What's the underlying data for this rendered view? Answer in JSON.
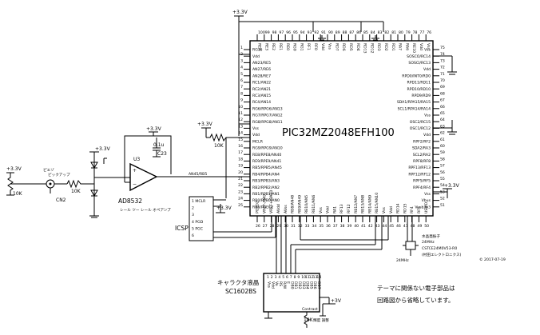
{
  "chip": {
    "part": "PIC32MZ2048EFH100",
    "pins_left": [
      "RG15",
      "Vdd",
      "AN23/RE5",
      "AN27/RE6",
      "AN28/RE7",
      "RC1/AN22",
      "RC2/AN21",
      "RC3/AN15",
      "RC4/AN14",
      "RG6/RPG6/AN13",
      "RG7/RPG7/AN12",
      "RG8/RPG8/AN11",
      "Vss",
      "Vdd",
      "MCLR",
      "RG9/RPG9/AN10",
      "RE8/RPE8/AN40",
      "RE9/RPE9/AN41",
      "RB5/RPB5/AN45",
      "RB4/RPB4/AN4",
      "RB3/RPB3/AN3",
      "RB2/RPB2/AN2",
      "RB1/RPB1/AN1",
      "RB0/RPB0/AN0",
      "RB6/PGEC2"
    ],
    "pins_top": [
      "RE4",
      "RE3",
      "RE2",
      "RE1",
      "RE0",
      "RG0",
      "RG1",
      "RF1",
      "RF0",
      "Vdd",
      "Vss",
      "RD7",
      "RD6",
      "RD5",
      "RD4",
      "RD13",
      "RD12",
      "RD3",
      "RD2",
      "RD1",
      "RA7",
      "RA6",
      "RE10",
      "Vdd",
      "Vss"
    ],
    "pins_right": [
      "Vss",
      "SOSCO/RC14",
      "SOSCI/RC13",
      "Vdd",
      "RPD0/INT0/RD0",
      "RPD11/RD11",
      "RPD10/RD10",
      "RPD9/RD9",
      "SDA1/RPA15/RA15",
      "SCL1/RPA14/RA14",
      "Vss",
      "OSC2/RC15",
      "OSC1/RC12",
      "Vdd",
      "RPF2/RF2",
      "SDA2/RA3",
      "SCL2/RA2",
      "RPF8/RF8",
      "RPF13/RF13",
      "RPF12/RF12",
      "RPF5/RF5",
      "RPF4/RF4",
      "Vss",
      "Vbus",
      "Vusb3v3"
    ],
    "pins_bottom": [
      "PGED2",
      "VREF-/RA9",
      "VREF+/RA10",
      "AVdd",
      "AVss",
      "RB8/AN48",
      "RB9/AN49",
      "RB10/AN5",
      "RB11/AN6",
      "Vss",
      "Vdd",
      "RA1",
      "RF13",
      "RF12",
      "RB12/AN7",
      "RB13/AN8",
      "RB14/AN9",
      "RB15/AN10",
      "Vss",
      "Vdd",
      "RD14",
      "RD15",
      "RF4",
      "RF5",
      "USBID"
    ]
  },
  "labels": {
    "vcc_top": "+3.3V",
    "vcc_mclr": "+3.3V",
    "vcc_opamp": "+3.3V",
    "vcc_left": "+3.3V",
    "vcc_icsp": "+3.3V",
    "vcc_right": "+3.3V",
    "vcc_bottom_right": "+3.3V",
    "vcc_lcd": "+3V",
    "r_mclr": "10K",
    "r_left": "10K",
    "r_series": "10K",
    "r_lcd": "10K",
    "cap_value": "0.1u",
    "cap_name": "C23",
    "pickup_label": "ピエゾ",
    "pickup_name": "ピックアップ",
    "jack_name": "CN2",
    "u3": "U3",
    "opamp_part": "AD8532",
    "opamp_desc": "レール ツー レール\nオペアンプ",
    "net_rb5": "AN45/RB5",
    "icsp": "ICSP",
    "icsp_pins": [
      "1 MCLR",
      "2",
      "3",
      "4 PGD",
      "5 PGC",
      "6"
    ],
    "lcd_name": "キャラクタ液晶",
    "lcd_part": "SC1602BS",
    "lcd_pins": [
      "Vss",
      "Vdd",
      "Vo",
      "RS",
      "R/W",
      "E",
      "DB0",
      "DB1",
      "DB2",
      "DB3",
      "DB4",
      "DB5",
      "DB6",
      "DB7"
    ],
    "lcd_contrast": "Contrast",
    "lcd_adj": "輝度\n調整",
    "crystal_label": "水晶発振子",
    "crystal_freq": "24MHz",
    "crystal_part": "CSTCE24M0V53-R0",
    "crystal_note": "(村田エレクトロニクス)",
    "crystal_short": "24MHz",
    "note_line1": "テーマに関係ない電子部品は",
    "note_line2": "回路図から省略しています。",
    "copyright": "© 2017-07-19"
  }
}
